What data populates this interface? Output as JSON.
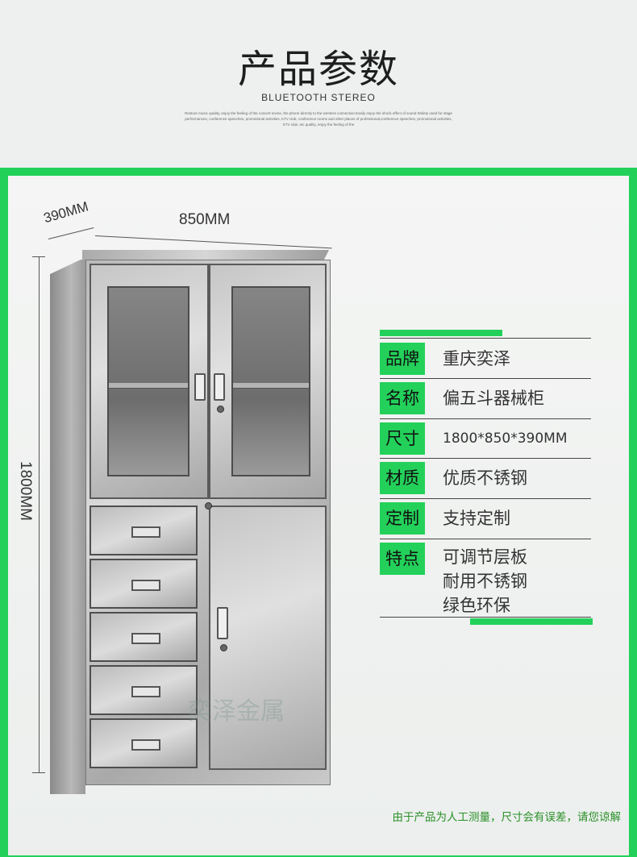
{
  "header": {
    "title": "产品参数",
    "subtitle": "BLUETOOTH STEREO",
    "small_text": "Restore music quality, enjoy the feeling of the concert scene, the phone directly to the wireless connection.Easily enjoy the shock effect of sound Widely used for stage performances, conference speeches, promotional activities, KTV club, conference rooms and other places of professional,conference speeches, promotional activities, KTV club, etc quality, enjoy the feeling of the"
  },
  "dimensions": {
    "depth": "390MM",
    "width": "850MM",
    "height": "1800MM"
  },
  "watermark": "奕泽金属",
  "specs": [
    {
      "label": "品牌",
      "value": "重庆奕泽"
    },
    {
      "label": "名称",
      "value": "偏五斗器械柜"
    },
    {
      "label": "尺寸",
      "value": "1800*850*390MM"
    },
    {
      "label": "材质",
      "value": "优质不锈钢"
    },
    {
      "label": "定制",
      "value": "支持定制"
    },
    {
      "label": "特点",
      "lines": [
        "可调节层板",
        "耐用不锈钢",
        "绿色环保"
      ]
    }
  ],
  "note": "由于产品为人工测量，尺寸会有误差，请您谅解",
  "colors": {
    "accent": "#23d15a",
    "note_text": "#2a8f28"
  }
}
